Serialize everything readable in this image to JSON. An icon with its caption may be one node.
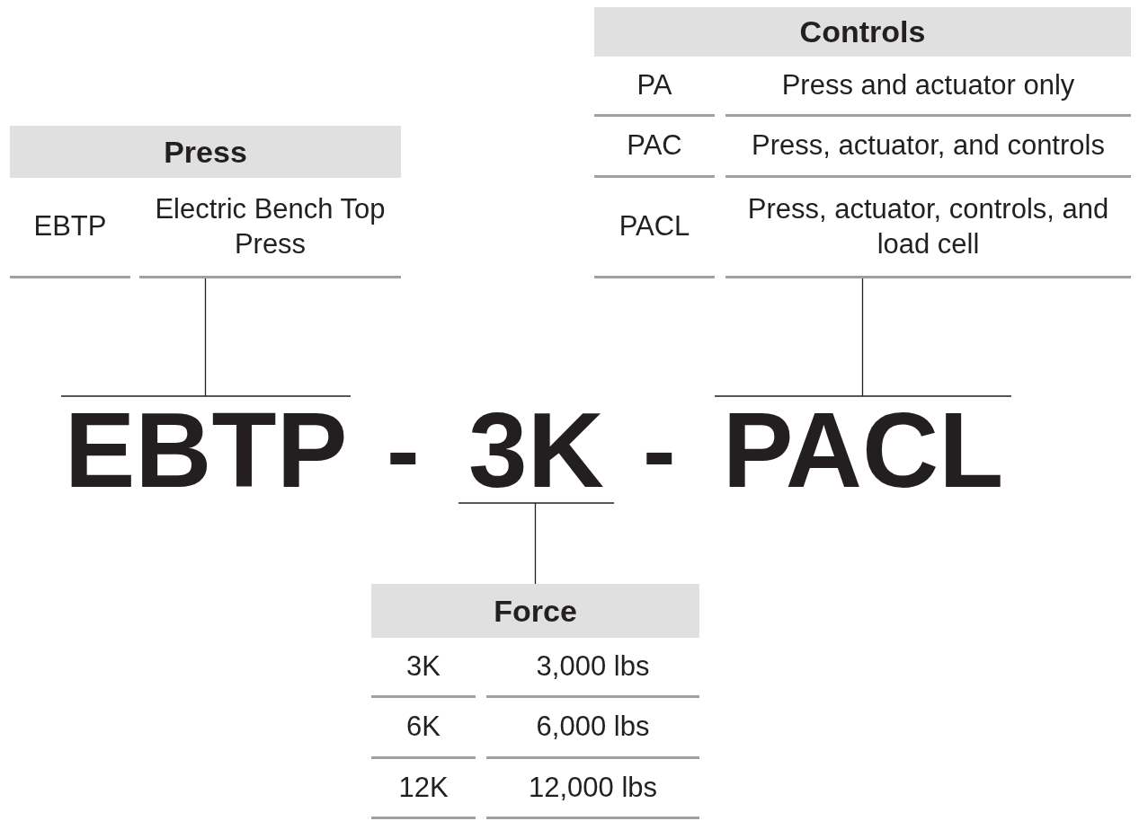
{
  "diagram": {
    "nodes": [
      {
        "text": [
          "Controls",
          "PA",
          "Press and actuator only",
          "PAC",
          "Press, actuator, and controls",
          "PACL",
          "Press, actuator, controls, and load cell"
        ]
      },
      {
        "text": [
          "Press",
          "EBTP",
          "Electric Bench Top Press"
        ]
      },
      {
        "text": [
          "EBTP"
        ]
      },
      {
        "text": [
          "3K"
        ]
      },
      {
        "text": [
          "PACL"
        ]
      },
      {
        "text": [
          "Force",
          "3K",
          "3,000 lbs",
          "6K",
          "6,000 lbs",
          "12K",
          "12,000 lbs"
        ]
      }
    ],
    "edges": [
      {
        "from": 0,
        "to": 4,
        "arrow": "none"
      },
      {
        "from": 1,
        "to": 2,
        "arrow": "none"
      },
      {
        "from": 5,
        "to": 3,
        "arrow": "none"
      }
    ],
    "labels": [
      "-",
      "-"
    ]
  }
}
